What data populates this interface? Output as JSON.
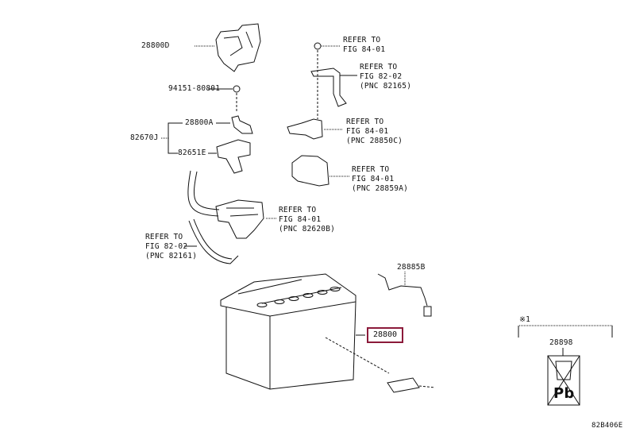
{
  "accent_color": "#8b1a3a",
  "parts": {
    "p28800D": "28800D",
    "p94151": "94151-80801",
    "p28800A": "28800A",
    "p82670J": "82670J",
    "p82651E": "82651E",
    "p28885B": "28885B",
    "p28800": "28800",
    "p28898": "28898"
  },
  "refs": [
    {
      "l1": "REFER TO",
      "l2": "FIG 84-01",
      "l3": ""
    },
    {
      "l1": "REFER TO",
      "l2": "FIG 82-02",
      "l3": "(PNC 82165)"
    },
    {
      "l1": "REFER TO",
      "l2": "FIG 84-01",
      "l3": "(PNC 28850C)"
    },
    {
      "l1": "REFER TO",
      "l2": "FIG 84-01",
      "l3": "(PNC 28859A)"
    },
    {
      "l1": "REFER TO",
      "l2": "FIG 84-01",
      "l3": "(PNC 82620B)"
    },
    {
      "l1": "REFER TO",
      "l2": "FIG 82-02",
      "l3": "(PNC 82161)"
    }
  ],
  "note_mark": "※1",
  "recycle_label": "Pb",
  "figure_code": "82B406E"
}
